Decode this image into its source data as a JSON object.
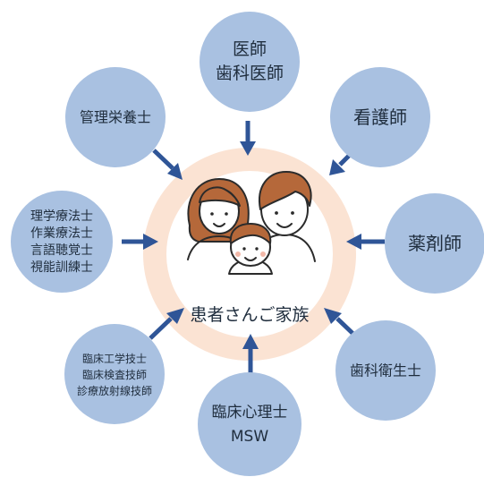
{
  "center": {
    "label": "患者さんご家族"
  },
  "nodes": [
    {
      "id": "doctor",
      "lines": [
        "医師",
        "歯科医師"
      ]
    },
    {
      "id": "nurse",
      "lines": [
        "看護師"
      ]
    },
    {
      "id": "pharmacist",
      "lines": [
        "薬剤師"
      ]
    },
    {
      "id": "dental-hygienist",
      "lines": [
        "歯科衛生士"
      ]
    },
    {
      "id": "psychologist-msw",
      "lines": [
        "臨床心理士",
        "MSW"
      ]
    },
    {
      "id": "lab-technicians",
      "lines": [
        "臨床工学技士",
        "臨床検査技師",
        "診療放射線技師"
      ]
    },
    {
      "id": "therapists",
      "lines": [
        "理学療法士",
        "作業療法士",
        "言語聴覚士",
        "視能訓練士"
      ]
    },
    {
      "id": "dietitian",
      "lines": [
        "管理栄養士"
      ]
    }
  ],
  "colors": {
    "node_fill": "#a9c1e1",
    "arrow": "#2f5597",
    "ring": "#fbe3d3",
    "hair": "#b5683a",
    "cheek": "#f2b8a8"
  },
  "icons": {
    "center": "family-icon",
    "arrow": "arrow-icon"
  }
}
